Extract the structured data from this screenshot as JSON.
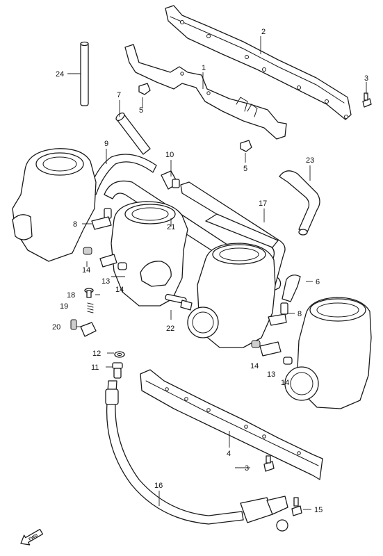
{
  "diagram": {
    "labels": {
      "p1": "1",
      "p2": "2",
      "p3a": "3",
      "p3b": "3",
      "p4": "4",
      "p5a": "5",
      "p5b": "5",
      "p6": "6",
      "p7": "7",
      "p8a": "8",
      "p8b": "8",
      "p9": "9",
      "p10": "10",
      "p11": "11",
      "p12": "12",
      "p13a": "13",
      "p13b": "13",
      "p14a": "14",
      "p14b": "14",
      "p14c": "14",
      "p14d": "14",
      "p15": "15",
      "p16": "16",
      "p17": "17",
      "p18": "18",
      "p19": "19",
      "p20": "20",
      "p21": "21",
      "p22": "22",
      "p23": "23",
      "p24": "24"
    },
    "front_marker": "FWD"
  }
}
